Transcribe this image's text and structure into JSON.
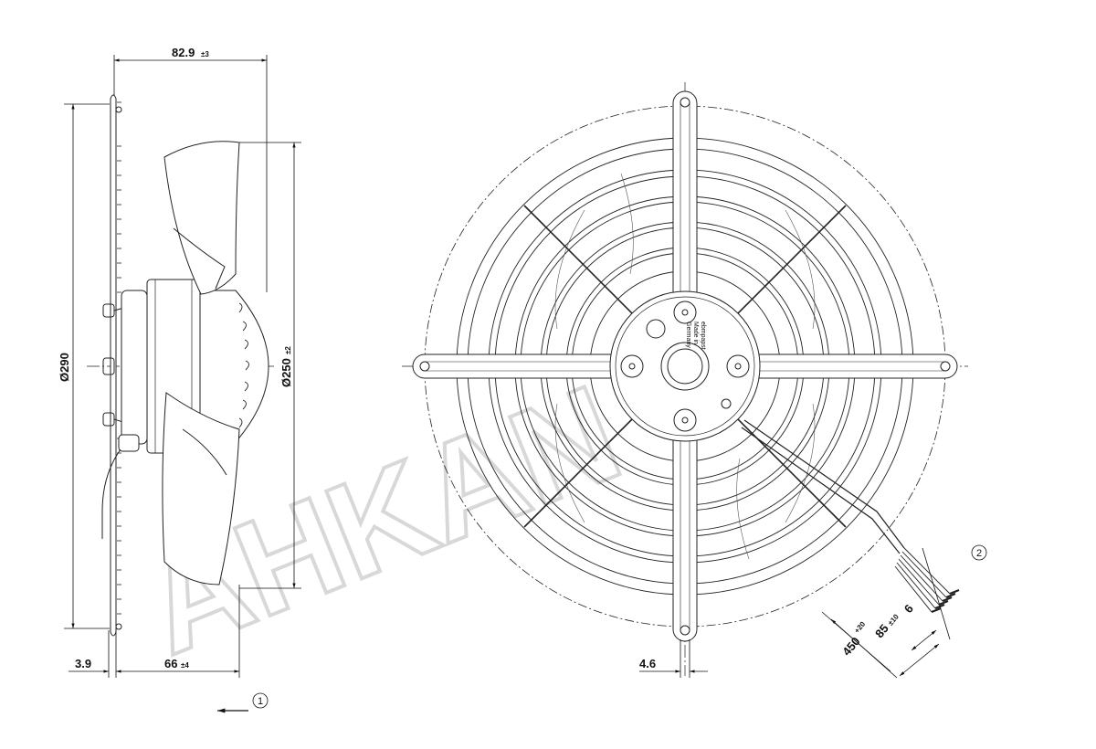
{
  "watermark": "AHKAN",
  "side_view": {
    "dim_depth": "82.9",
    "dim_depth_tol": "±3",
    "dim_outer_diameter": "Ø290",
    "dim_rotor_diameter": "Ø250",
    "dim_rotor_tol": "±2",
    "dim_flange": "3.9",
    "dim_blade_depth": "66",
    "dim_blade_depth_tol": "±4",
    "airflow_callout": "1"
  },
  "front_view": {
    "dim_bar_width": "4.6",
    "dim_cable_length": "450",
    "dim_cable_length_tol": "+20",
    "dim_strip_length": "85",
    "dim_strip_tol": "±10",
    "dim_wire_end": "6",
    "cable_callout": "2",
    "motor_label_brand": "ebmpapst",
    "motor_label_line2": "Made in",
    "motor_label_line3": "Germany"
  }
}
